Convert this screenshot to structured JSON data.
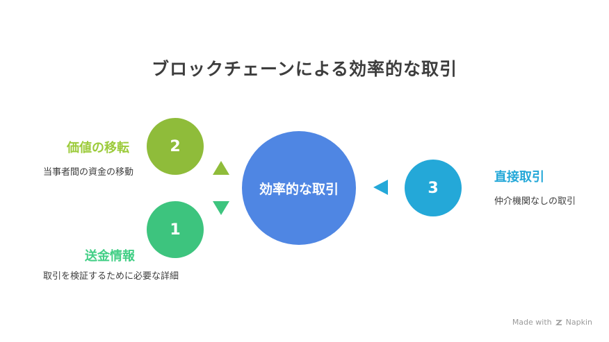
{
  "title": "ブロックチェーンによる効率的な取引",
  "center": {
    "label": "効率的な取引",
    "color": "#4f86e3"
  },
  "steps": [
    {
      "number": "2",
      "heading": "価値の移転",
      "description": "当事者間の資金の移動",
      "color": "#8fbc3a",
      "heading_color": "#9ccb3b"
    },
    {
      "number": "1",
      "heading": "送金情報",
      "description": "取引を検証するために必要な詳細",
      "color": "#3dc47e",
      "heading_color": "#43cf86"
    },
    {
      "number": "3",
      "heading": "直接取引",
      "description": "仲介機関なしの取引",
      "color": "#24a8d8",
      "heading_color": "#24a8d8"
    }
  ],
  "watermark": {
    "made_with": "Made with",
    "brand": "Napkin"
  }
}
